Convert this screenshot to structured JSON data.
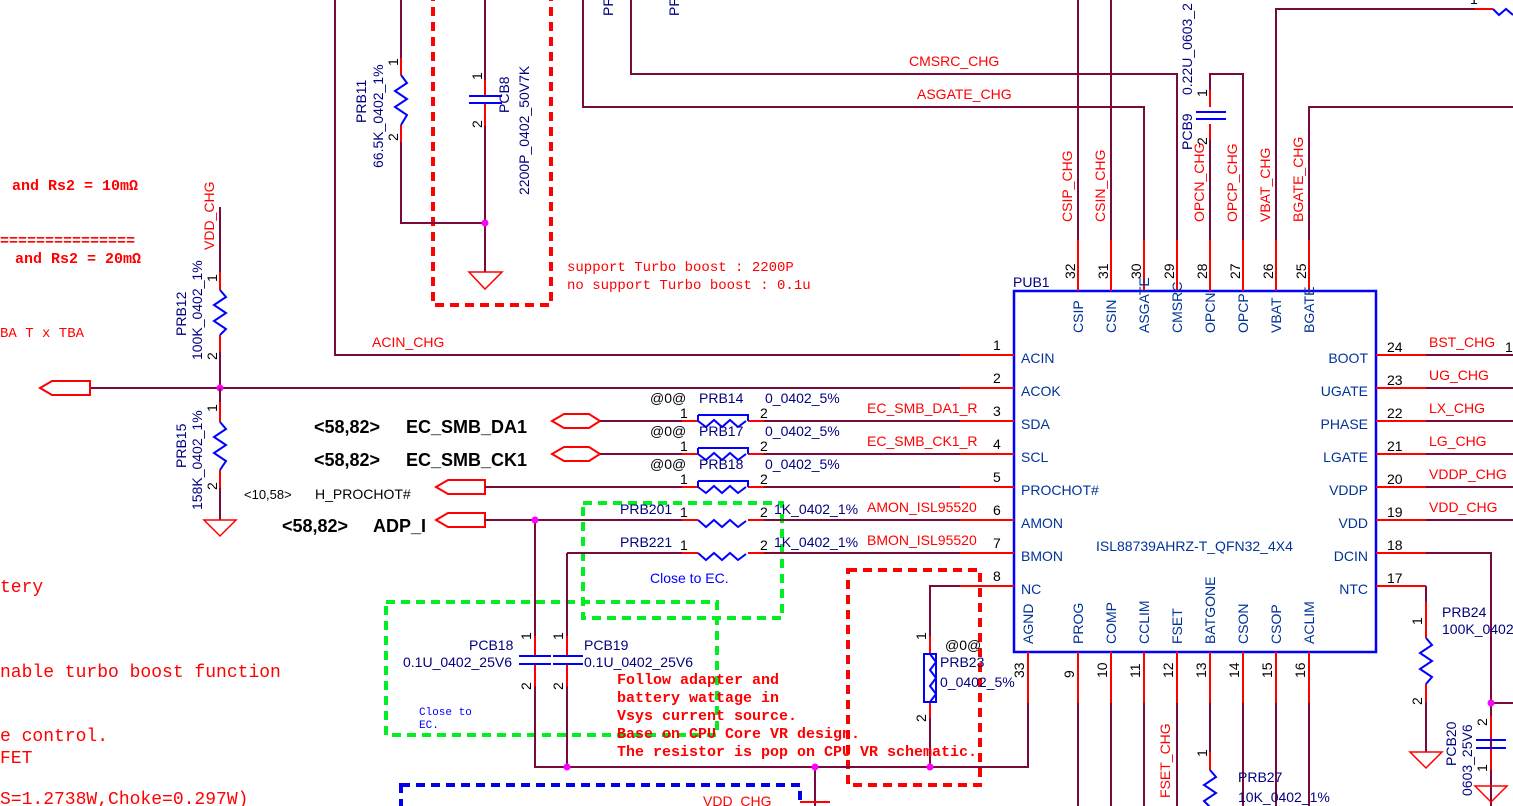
{
  "ic": {
    "ref": "PUB1",
    "part": "ISL88739AHRZ-T_QFN32_4X4",
    "top_pins": [
      {
        "num": "32",
        "name": "CSIP",
        "net": "CSIP_CHG"
      },
      {
        "num": "31",
        "name": "CSIN",
        "net": "CSIN_CHG"
      },
      {
        "num": "30",
        "name": "ASGATE",
        "net": ""
      },
      {
        "num": "29",
        "name": "CMSRC",
        "net": ""
      },
      {
        "num": "28",
        "name": "OPCN",
        "net": "OPCN_CHG"
      },
      {
        "num": "27",
        "name": "OPCP",
        "net": "OPCP_CHG"
      },
      {
        "num": "26",
        "name": "VBAT",
        "net": "VBAT_CHG"
      },
      {
        "num": "25",
        "name": "BGATE",
        "net": "BGATE_CHG"
      }
    ],
    "left_pins": [
      {
        "num": "1",
        "name": "ACIN",
        "net": "ACIN_CHG"
      },
      {
        "num": "2",
        "name": "ACOK",
        "net": ""
      },
      {
        "num": "3",
        "name": "SDA",
        "net": "EC_SMB_DA1_R"
      },
      {
        "num": "4",
        "name": "SCL",
        "net": "EC_SMB_CK1_R"
      },
      {
        "num": "5",
        "name": "PROCHOT#",
        "net": ""
      },
      {
        "num": "6",
        "name": "AMON",
        "net": "AMON_ISL95520"
      },
      {
        "num": "7",
        "name": "BMON",
        "net": "BMON_ISL95520"
      },
      {
        "num": "8",
        "name": "NC",
        "net": ""
      }
    ],
    "right_pins": [
      {
        "num": "24",
        "name": "BOOT",
        "net": "BST_CHG"
      },
      {
        "num": "23",
        "name": "UGATE",
        "net": "UG_CHG"
      },
      {
        "num": "22",
        "name": "PHASE",
        "net": "LX_CHG"
      },
      {
        "num": "21",
        "name": "LGATE",
        "net": "LG_CHG"
      },
      {
        "num": "20",
        "name": "VDDP",
        "net": "VDDP_CHG"
      },
      {
        "num": "19",
        "name": "VDD",
        "net": "VDD_CHG"
      },
      {
        "num": "18",
        "name": "DCIN",
        "net": ""
      },
      {
        "num": "17",
        "name": "NTC",
        "net": ""
      }
    ],
    "bottom_pins": [
      {
        "num": "33",
        "name": "AGND"
      },
      {
        "num": "9",
        "name": "PROG"
      },
      {
        "num": "10",
        "name": "COMP"
      },
      {
        "num": "11",
        "name": "CCLIM"
      },
      {
        "num": "12",
        "name": "FSET"
      },
      {
        "num": "13",
        "name": "BATGONE"
      },
      {
        "num": "14",
        "name": "CSON"
      },
      {
        "num": "15",
        "name": "CSOP"
      },
      {
        "num": "16",
        "name": "ACLIM"
      }
    ]
  },
  "nets": {
    "cmsrc": "CMSRC_CHG",
    "asgate": "ASGATE_CHG",
    "vdd_chg": "VDD_CHG",
    "fset": "FSET_CHG",
    "pf": "PF"
  },
  "components": {
    "prb11": {
      "ref": "PRB11",
      "value": "66.5K_0402_1%",
      "p1": "1",
      "p2": "2"
    },
    "pcb8": {
      "ref": "PCB8",
      "value": "2200P_0402_50V7K",
      "p1": "1",
      "p2": "2"
    },
    "pcb9": {
      "ref": "PCB9",
      "value": "0.22U_0603_2",
      "p1": "1",
      "p2": "2"
    },
    "prb12": {
      "ref": "PRB12",
      "value": "100K_0402_1%",
      "p1": "1",
      "p2": "2"
    },
    "prb15": {
      "ref": "PRB15",
      "value": "158K_0402_1%",
      "p1": "1",
      "p2": "2"
    },
    "prb14": {
      "ref": "PRB14",
      "value": "0_0402_5%",
      "opt": "@0@",
      "p1": "1",
      "p2": "2"
    },
    "prb17": {
      "ref": "PRB17",
      "value": "0_0402_5%",
      "opt": "@0@",
      "p1": "1",
      "p2": "2"
    },
    "prb18": {
      "ref": "PRB18",
      "value": "0_0402_5%",
      "opt": "@0@",
      "p1": "1",
      "p2": "2"
    },
    "prb201": {
      "ref": "PRB201",
      "value": "1K_0402_1%",
      "p1": "1",
      "p2": "2"
    },
    "prb221": {
      "ref": "PRB221",
      "value": "1K_0402_1%",
      "p1": "1",
      "p2": "2"
    },
    "pcb18": {
      "ref": "PCB18",
      "value": "0.1U_0402_25V6",
      "p1": "1",
      "p2": "2"
    },
    "pcb19": {
      "ref": "PCB19",
      "value": "0.1U_0402_25V6",
      "p1": "1",
      "p2": "2"
    },
    "prb23": {
      "ref": "PRB23",
      "value": "0_0402_5%",
      "opt": "@0@",
      "p1": "1",
      "p2": "2"
    },
    "prb24": {
      "ref": "PRB24",
      "value": "100K_0402",
      "p1": "1",
      "p2": "2"
    },
    "pcb20": {
      "ref": "PCB20",
      "value": "0603_25V6",
      "p1": "1",
      "p2": "2"
    },
    "prb27": {
      "ref": "PRB27",
      "value": "10K_0402_1%",
      "p1": "1"
    },
    "top_right_pin": "1",
    "right_edge_pin": "1"
  },
  "ports": {
    "da1": {
      "ref": "<58,82>",
      "name": "EC_SMB_DA1"
    },
    "ck1": {
      "ref": "<58,82>",
      "name": "EC_SMB_CK1"
    },
    "prochot": {
      "ref": "<10,58>",
      "name": "H_PROCHOT#"
    },
    "adp": {
      "ref": "<58,82>",
      "name": "ADP_I"
    }
  },
  "notes": {
    "rs2_10": "and Rs2 = 10mΩ",
    "sep": "===============",
    "rs2_20": "and Rs2 = 20mΩ",
    "batt": "BA T   x TBA",
    "tery": "tery",
    "turbo": "nable turbo boost function",
    "control": "e control.",
    "fet": "FET",
    "power": "S=1.2738W,Choke=0.297W)",
    "turbo_support": "support Turbo boost : 2200P",
    "turbo_nosupport": "no support Turbo boost : 0.1u",
    "close_ec": "Close to  EC.",
    "close_ec2_l1": "Close to",
    "close_ec2_l2": "EC.",
    "follow": [
      "Follow adapter  and",
      "battery wattage  in",
      "Vsys  current  source.",
      "Base on CPU Core VR design.",
      "The resistor is pop on CPU VR schematic."
    ]
  },
  "colors": {
    "wire": "#7a0a3c",
    "pin": "#ff0000",
    "component": "#0000ff",
    "junction": "#ff00ff",
    "green_box": "#00ee22"
  }
}
